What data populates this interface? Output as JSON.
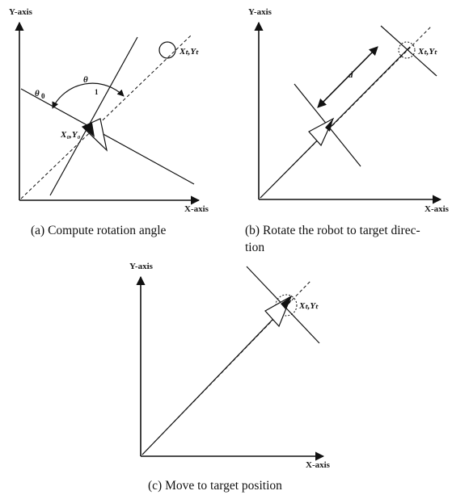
{
  "panel_a": {
    "y_axis_label": "Y-axis",
    "x_axis_label": "X-axis",
    "theta_label": "θ",
    "theta_sub": "1",
    "theta0_label": "θ",
    "theta0_sub": "0",
    "robot_label": "X₀,Y₀",
    "target_label": "Xₜ,Yₜ",
    "caption": "(a) Compute rotation angle"
  },
  "panel_b": {
    "y_axis_label": "Y-axis",
    "x_axis_label": "X-axis",
    "distance_label": "d",
    "target_label": "Xₜ,Yₜ",
    "caption_line1": "(b) Rotate the robot to target direc-",
    "caption_line2": "tion"
  },
  "panel_c": {
    "y_axis_label": "Y-axis",
    "x_axis_label": "X-axis",
    "target_label": "Xₜ,Yₜ",
    "caption": "(c) Move to target position"
  }
}
